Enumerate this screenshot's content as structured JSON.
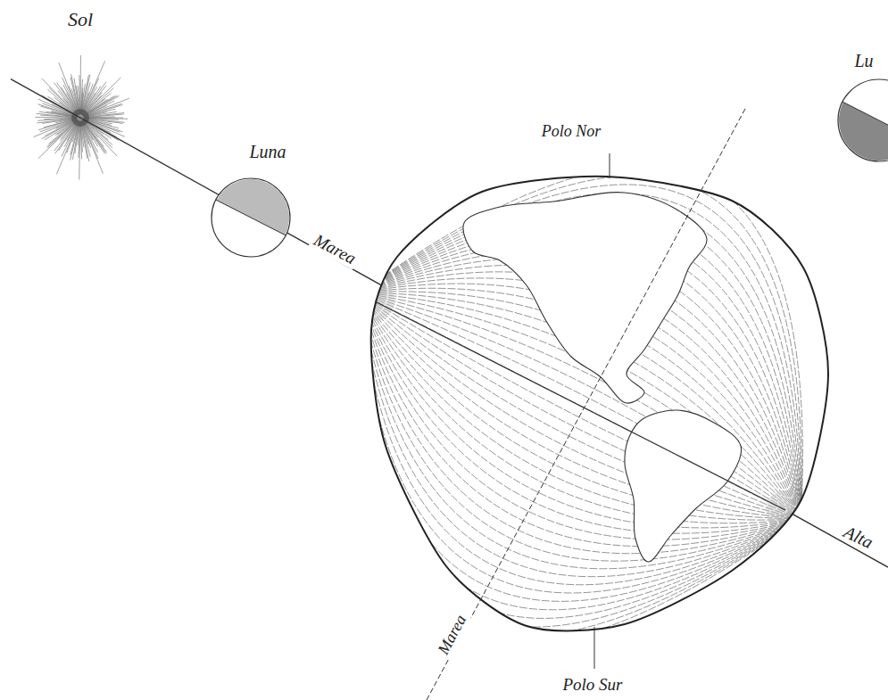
{
  "diagram": {
    "labels": [
      "Sol",
      "Luna",
      "Marea",
      "Polo Nor",
      "Lu",
      "Alta",
      "Marea",
      "Polo Sur"
    ]
  }
}
